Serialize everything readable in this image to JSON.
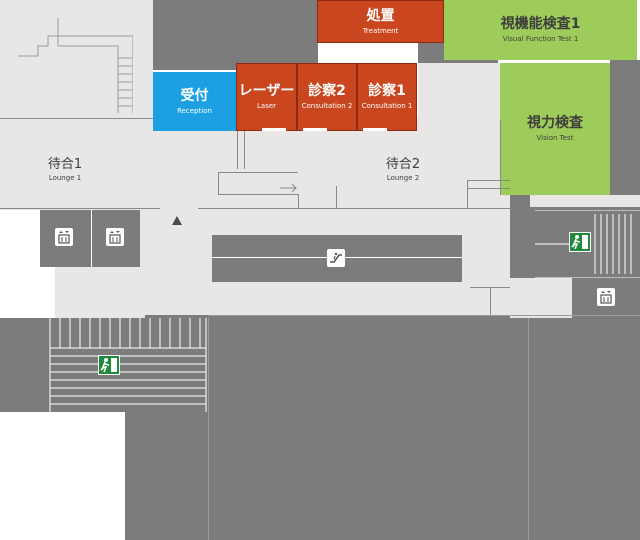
{
  "rooms": {
    "treatment": {
      "jp": "処置",
      "en": "Treatment"
    },
    "visual_function_test": {
      "jp": "視機能検査1",
      "en": "Visual Function Test 1"
    },
    "reception": {
      "jp": "受付",
      "en": "Reception"
    },
    "laser": {
      "jp": "レーザー",
      "en": "Laser"
    },
    "consultation2": {
      "jp": "診察2",
      "en": "Consultation 2"
    },
    "consultation1": {
      "jp": "診察1",
      "en": "Consultation 1"
    },
    "vision_test": {
      "jp": "視力検査",
      "en": "Vision Test"
    }
  },
  "lounges": {
    "lounge1": {
      "jp": "待合1",
      "en": "Lounge 1"
    },
    "lounge2": {
      "jp": "待合2",
      "en": "Lounge 2"
    }
  },
  "icons": {
    "elevator": "elevator-icon",
    "escalator": "escalator-icon",
    "emergency_exit": "emergency-exit-icon",
    "current_location": "current-location-marker"
  },
  "colors": {
    "treatment_rooms": "#c9461f",
    "reception": "#1ca0e3",
    "test_rooms": "#9ecc5a",
    "circulation": "#e9e7e5",
    "service_core": "#7b7c7b",
    "exit_sign": "#1f8a3c"
  }
}
